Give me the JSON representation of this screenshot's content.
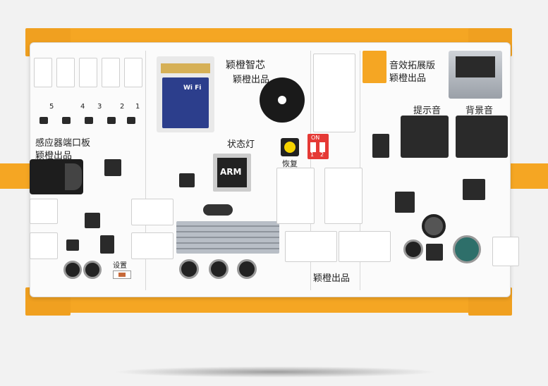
{
  "labels": {
    "brand_top": "颖橙智芯",
    "brand_top2": "颖橙出品",
    "audio_board": "音效拓展版",
    "audio_brand": "颖橙出品",
    "prompt_tone": "提示音",
    "bg_music": "背景音",
    "sensor_board": "感应器端口板",
    "sensor_brand": "颖橙出品",
    "status_light": "状态灯",
    "reset": "恢复",
    "setting": "设置",
    "bottom_brand": "颖橙出品",
    "arm": "ARM",
    "dip_on": "ON",
    "dip_1": "1",
    "dip_2": "2",
    "wifi": "Wi Fi",
    "port_numbers": [
      "5",
      "4",
      "3",
      "2",
      "1"
    ]
  },
  "colors": {
    "rail": "#f5a623",
    "board": "#fbfbfb",
    "dip_switch": "#e53935"
  }
}
